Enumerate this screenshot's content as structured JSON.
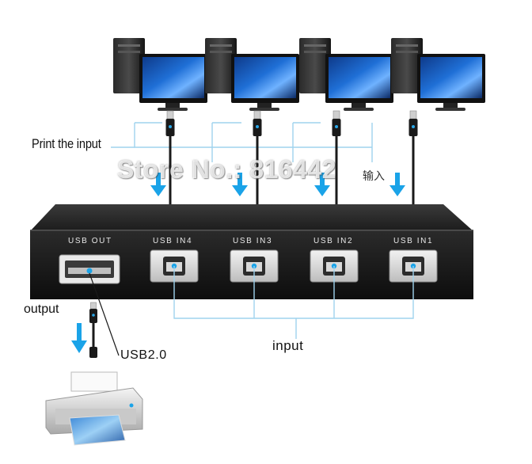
{
  "labels": {
    "print_the_input": "Print the input",
    "output": "output",
    "usb20": "USB2.0",
    "input": "input",
    "watermark": "Store No.: 816442",
    "chinese_input": "输入"
  },
  "ports": {
    "usb_out": "USB OUT",
    "in4": "USB IN4",
    "in3": "USB IN3",
    "in2": "USB IN2",
    "in1": "USB IN1"
  },
  "colors": {
    "arrow": "#1aa3e8",
    "switch_body": "#1b1b1b",
    "connector_line": "#9fd3ee"
  }
}
